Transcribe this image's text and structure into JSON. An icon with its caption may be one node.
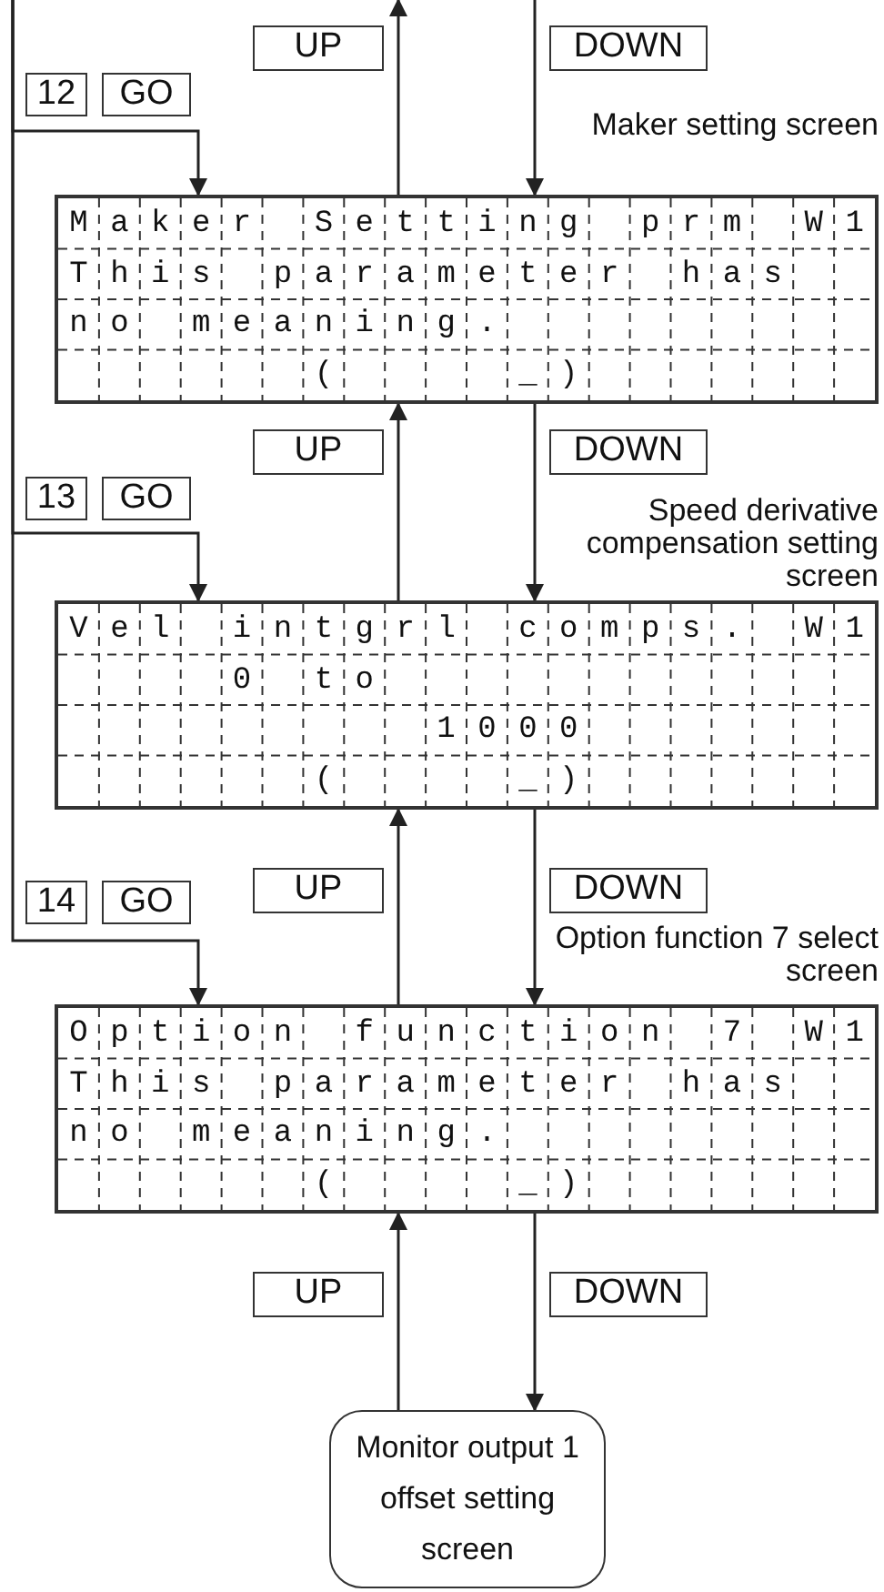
{
  "diagram": {
    "nodes": [
      {
        "text": [
          "Maker Setting prm W1",
          "This parameter has",
          "no meaning.",
          "(    _)"
        ],
        "beside": [
          "Maker setting screen"
        ]
      },
      {
        "text": [
          "Vel intgrl comps. W1",
          "0 to",
          "1000",
          "(    _)"
        ],
        "beside": [
          "Speed derivative compensation setting screen"
        ]
      },
      {
        "text": [
          "Option function 7 W1",
          "This parameter has",
          "no meaning.",
          "(    _)"
        ],
        "beside": [
          "Option function 7 select screen"
        ]
      },
      {
        "text": [
          "Monitor output 1 offset setting screen"
        ]
      }
    ],
    "edges": [
      {
        "from": 0,
        "to": null,
        "arrow": "to",
        "label": "UP"
      },
      {
        "from": null,
        "to": 0,
        "arrow": "to",
        "label": "DOWN"
      },
      {
        "from": 1,
        "to": 0,
        "arrow": "to",
        "label": "UP"
      },
      {
        "from": 0,
        "to": 1,
        "arrow": "to",
        "label": "DOWN"
      },
      {
        "from": 2,
        "to": 1,
        "arrow": "to",
        "label": "UP"
      },
      {
        "from": 1,
        "to": 2,
        "arrow": "to",
        "label": "DOWN"
      },
      {
        "from": 3,
        "to": 2,
        "arrow": "to",
        "label": "UP"
      },
      {
        "from": 2,
        "to": 3,
        "arrow": "to",
        "label": "DOWN"
      },
      {
        "from": null,
        "to": 0,
        "arrow": "to"
      },
      {
        "from": null,
        "to": 1,
        "arrow": "to"
      },
      {
        "from": null,
        "to": 2,
        "arrow": "to"
      }
    ],
    "labels": [
      "12",
      "GO",
      "13",
      "GO",
      "14",
      "GO"
    ]
  }
}
